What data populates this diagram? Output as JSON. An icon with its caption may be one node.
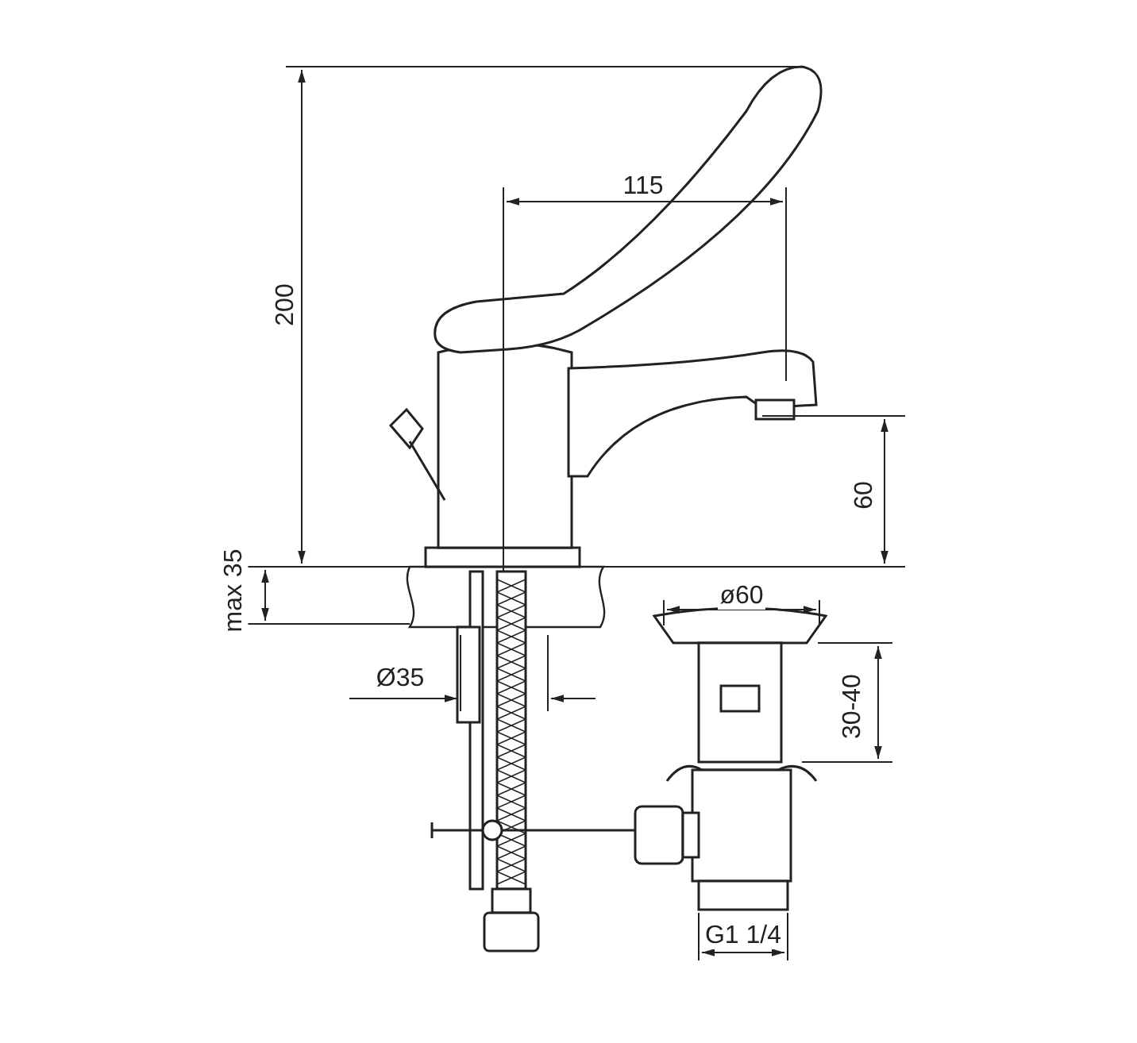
{
  "diagram": {
    "labels": [
      "200",
      "115",
      "60",
      "max 35",
      "ø60",
      "Ø35",
      "30-40",
      "G1 1/4"
    ]
  }
}
